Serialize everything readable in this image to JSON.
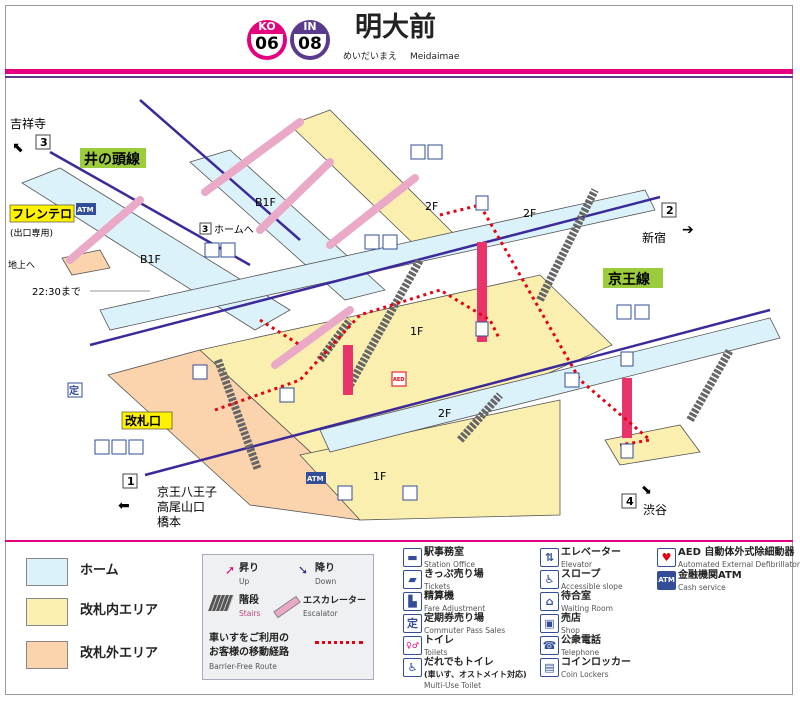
{
  "header": {
    "badges": [
      {
        "line_code": "KO",
        "number": "06",
        "color": "#e4007f"
      },
      {
        "line_code": "IN",
        "number": "08",
        "color": "#5a3a8c"
      }
    ],
    "station_name": "明大前",
    "reading": "めいだいまえ",
    "romaji": "Meidaimae"
  },
  "map": {
    "lines": {
      "inokashira": "井の頭線",
      "keio": "京王線"
    },
    "floors": {
      "b1f_left": "B1F",
      "b1f_right": "B1F",
      "f2_upper": "2F",
      "f2_keio_upper": "2F",
      "f2_keio_lower": "2F",
      "f1_center": "1F",
      "f1_lower": "1F"
    },
    "exits": [
      {
        "number": "3",
        "destination": "吉祥寺"
      },
      {
        "number": "2",
        "destination": "新宿"
      },
      {
        "number": "1",
        "destination": "京王八王子\n高尾山口\n橋本",
        "dest_lines": [
          "京王八王子",
          "高尾山口",
          "橋本"
        ]
      },
      {
        "number": "4",
        "destination": "渋谷"
      }
    ],
    "labels": {
      "frente": "フレンテロ",
      "frente_note": "(出口専用)",
      "to_ground": "地上へ",
      "until": "22:30まで",
      "to_platform_num": "3",
      "to_platform": "ホームへ",
      "ticket_gate": "改札口"
    },
    "icons": {
      "atm": "ATM",
      "aed": "AED",
      "pass": "定"
    }
  },
  "legend": {
    "areas": [
      {
        "label": "ホーム",
        "color": "#dcf2fb"
      },
      {
        "label": "改札内エリア",
        "color": "#fbefb0"
      },
      {
        "label": "改札外エリア",
        "color": "#fbd3ac"
      }
    ],
    "movement": {
      "up_ja": "昇り",
      "up_en": "Up",
      "down_ja": "降り",
      "down_en": "Down",
      "stairs_ja": "階段",
      "stairs_en": "Stairs",
      "escalator_ja": "エスカレーター",
      "escalator_en": "Escalator",
      "barrier_free_ja_1": "車いすをご利用の",
      "barrier_free_ja_2": "お客様の移動経路",
      "barrier_free_en": "Barrier-Free Route"
    },
    "facilities": [
      {
        "icon": "station-office",
        "glyph": "▬",
        "ja": "駅事務室",
        "en": "Station Office"
      },
      {
        "icon": "tickets",
        "glyph": "▰",
        "ja": "きっぷ売り場",
        "en": "Tickets"
      },
      {
        "icon": "fare-adjustment",
        "glyph": "▙",
        "ja": "精算機",
        "en": "Fare Adjustment"
      },
      {
        "icon": "commuter-pass",
        "glyph": "定",
        "ja": "定期券売り場",
        "en": "Commuter Pass Sales"
      },
      {
        "icon": "toilets",
        "glyph": "♀♂",
        "ja": "トイレ",
        "en": "Toilets"
      },
      {
        "icon": "multi-use-toilet",
        "glyph": "♿",
        "ja": "だれでもトイレ",
        "ja2": "(車いす、オストメイト対応)",
        "en": "Multi-Use Toilet"
      },
      {
        "icon": "elevator",
        "glyph": "⇅",
        "ja": "エレベーター",
        "en": "Elevator"
      },
      {
        "icon": "accessible-slope",
        "glyph": "♿",
        "ja": "スロープ",
        "en": "Accessible slope"
      },
      {
        "icon": "waiting-room",
        "glyph": "⌂",
        "ja": "待合室",
        "en": "Waiting Room"
      },
      {
        "icon": "shop",
        "glyph": "▣",
        "ja": "売店",
        "en": "Shop"
      },
      {
        "icon": "telephone",
        "glyph": "☎",
        "ja": "公衆電話",
        "en": "Telephone"
      },
      {
        "icon": "coin-lockers",
        "glyph": "▤",
        "ja": "コインロッカー",
        "en": "Coin Lockers"
      },
      {
        "icon": "aed",
        "glyph": "♥",
        "ja": "AED 自動体外式除細動器",
        "en": "Automated External Defibrillator"
      },
      {
        "icon": "atm",
        "glyph": "ATM",
        "ja": "金融機関ATM",
        "en": "Cash service"
      }
    ]
  }
}
